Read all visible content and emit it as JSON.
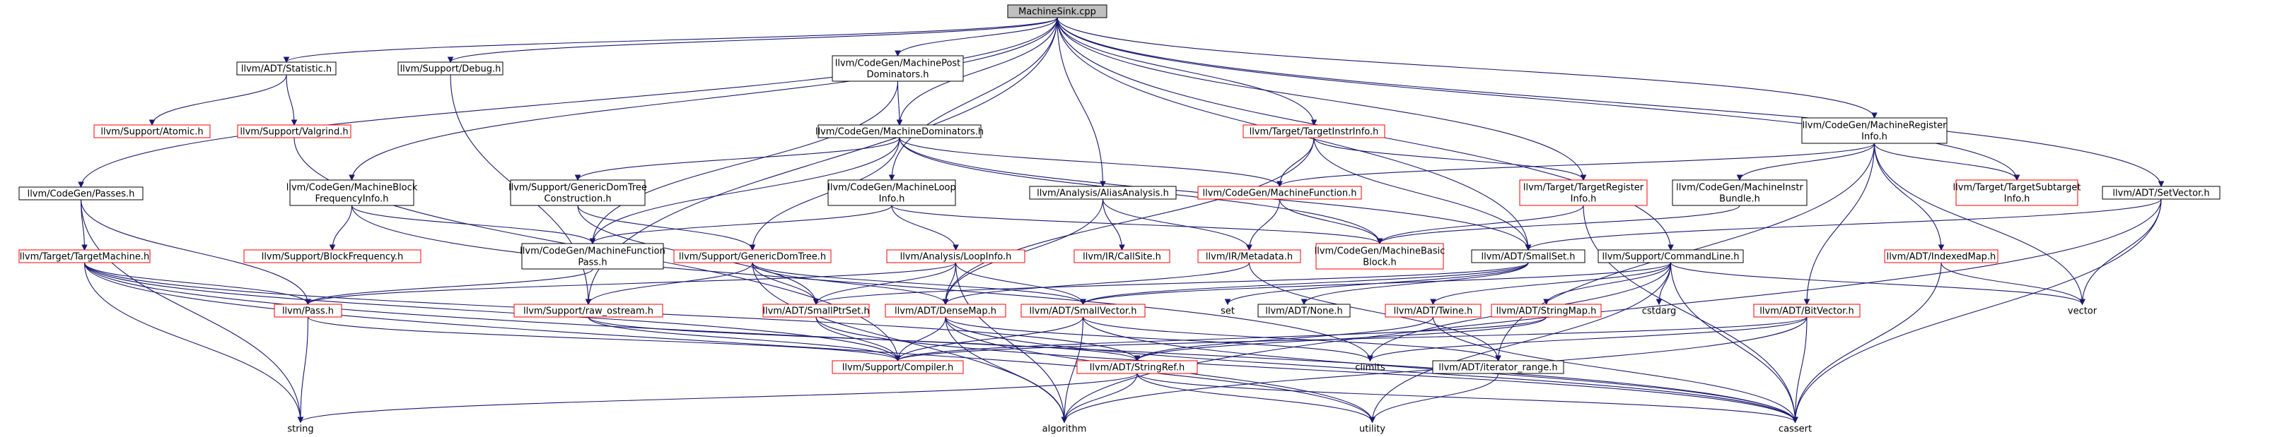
{
  "title": "MachineSink.cpp",
  "nodes": [
    {
      "id": "root",
      "lines": [
        "MachineSink.cpp"
      ],
      "style": "root"
    },
    {
      "id": "statistic",
      "lines": [
        "llvm/ADT/Statistic.h"
      ],
      "style": "black"
    },
    {
      "id": "debug",
      "lines": [
        "llvm/Support/Debug.h"
      ],
      "style": "black"
    },
    {
      "id": "postdom",
      "lines": [
        "llvm/CodeGen/MachinePost",
        "Dominators.h"
      ],
      "style": "black"
    },
    {
      "id": "tii",
      "lines": [
        "llvm/Target/TargetInstrInfo.h"
      ],
      "style": "red"
    },
    {
      "id": "mri",
      "lines": [
        "llvm/CodeGen/MachineRegister",
        "Info.h"
      ],
      "style": "black"
    },
    {
      "id": "atomic",
      "lines": [
        "llvm/Support/Atomic.h"
      ],
      "style": "red"
    },
    {
      "id": "valgrind",
      "lines": [
        "llvm/Support/Valgrind.h"
      ],
      "style": "red"
    },
    {
      "id": "mdom",
      "lines": [
        "llvm/CodeGen/MachineDominators.h"
      ],
      "style": "black"
    },
    {
      "id": "passes",
      "lines": [
        "llvm/CodeGen/Passes.h"
      ],
      "style": "black"
    },
    {
      "id": "mbfi",
      "lines": [
        "llvm/CodeGen/MachineBlock",
        "FrequencyInfo.h"
      ],
      "style": "black"
    },
    {
      "id": "gdtc",
      "lines": [
        "llvm/Support/GenericDomTree",
        "Construction.h"
      ],
      "style": "black"
    },
    {
      "id": "mli",
      "lines": [
        "llvm/CodeGen/MachineLoop",
        "Info.h"
      ],
      "style": "black"
    },
    {
      "id": "aa",
      "lines": [
        "llvm/Analysis/AliasAnalysis.h"
      ],
      "style": "black"
    },
    {
      "id": "mf",
      "lines": [
        "llvm/CodeGen/MachineFunction.h"
      ],
      "style": "red"
    },
    {
      "id": "tri",
      "lines": [
        "llvm/Target/TargetRegister",
        "Info.h"
      ],
      "style": "red"
    },
    {
      "id": "mib",
      "lines": [
        "llvm/CodeGen/MachineInstr",
        "Bundle.h"
      ],
      "style": "black"
    },
    {
      "id": "tsi",
      "lines": [
        "llvm/Target/TargetSubtarget",
        "Info.h"
      ],
      "style": "red"
    },
    {
      "id": "setvector",
      "lines": [
        "llvm/ADT/SetVector.h"
      ],
      "style": "black"
    },
    {
      "id": "tm",
      "lines": [
        "llvm/Target/TargetMachine.h"
      ],
      "style": "red"
    },
    {
      "id": "blockfreq",
      "lines": [
        "llvm/Support/BlockFrequency.h"
      ],
      "style": "red"
    },
    {
      "id": "mfp",
      "lines": [
        "llvm/CodeGen/MachineFunction",
        "Pass.h"
      ],
      "style": "black"
    },
    {
      "id": "gdt",
      "lines": [
        "llvm/Support/GenericDomTree.h"
      ],
      "style": "red"
    },
    {
      "id": "loopinfo",
      "lines": [
        "llvm/Analysis/LoopInfo.h"
      ],
      "style": "red"
    },
    {
      "id": "callsite",
      "lines": [
        "llvm/IR/CallSite.h"
      ],
      "style": "red"
    },
    {
      "id": "metadata",
      "lines": [
        "llvm/IR/Metadata.h"
      ],
      "style": "red"
    },
    {
      "id": "mbb",
      "lines": [
        "llvm/CodeGen/MachineBasic",
        "Block.h"
      ],
      "style": "red"
    },
    {
      "id": "smallset",
      "lines": [
        "llvm/ADT/SmallSet.h"
      ],
      "style": "black"
    },
    {
      "id": "cmdline",
      "lines": [
        "llvm/Support/CommandLine.h"
      ],
      "style": "black"
    },
    {
      "id": "indexedmap",
      "lines": [
        "llvm/ADT/IndexedMap.h"
      ],
      "style": "red"
    },
    {
      "id": "pass",
      "lines": [
        "llvm/Pass.h"
      ],
      "style": "red"
    },
    {
      "id": "rawostream",
      "lines": [
        "llvm/Support/raw_ostream.h"
      ],
      "style": "red"
    },
    {
      "id": "smallptrset",
      "lines": [
        "llvm/ADT/SmallPtrSet.h"
      ],
      "style": "red"
    },
    {
      "id": "densemap",
      "lines": [
        "llvm/ADT/DenseMap.h"
      ],
      "style": "red"
    },
    {
      "id": "smallvector",
      "lines": [
        "llvm/ADT/SmallVector.h"
      ],
      "style": "red"
    },
    {
      "id": "set",
      "lines": [
        "set"
      ],
      "style": "plain"
    },
    {
      "id": "none",
      "lines": [
        "llvm/ADT/None.h"
      ],
      "style": "black"
    },
    {
      "id": "twine",
      "lines": [
        "llvm/ADT/Twine.h"
      ],
      "style": "red"
    },
    {
      "id": "stringmap",
      "lines": [
        "llvm/ADT/StringMap.h"
      ],
      "style": "red"
    },
    {
      "id": "cstdarg",
      "lines": [
        "cstdarg"
      ],
      "style": "plain"
    },
    {
      "id": "bitvector",
      "lines": [
        "llvm/ADT/BitVector.h"
      ],
      "style": "red"
    },
    {
      "id": "vector",
      "lines": [
        "vector"
      ],
      "style": "plain"
    },
    {
      "id": "compiler",
      "lines": [
        "llvm/Support/Compiler.h"
      ],
      "style": "red"
    },
    {
      "id": "climits",
      "lines": [
        "climits"
      ],
      "style": "plain"
    },
    {
      "id": "iterrange",
      "lines": [
        "llvm/ADT/iterator_range.h"
      ],
      "style": "black"
    },
    {
      "id": "stringref",
      "lines": [
        "llvm/ADT/StringRef.h"
      ],
      "style": "red"
    },
    {
      "id": "string",
      "lines": [
        "string"
      ],
      "style": "plain"
    },
    {
      "id": "algorithm",
      "lines": [
        "algorithm"
      ],
      "style": "plain"
    },
    {
      "id": "utility",
      "lines": [
        "utility"
      ],
      "style": "plain"
    },
    {
      "id": "cassert",
      "lines": [
        "cassert"
      ],
      "style": "plain"
    }
  ],
  "edges": [
    [
      "root",
      "statistic"
    ],
    [
      "root",
      "debug"
    ],
    [
      "root",
      "postdom"
    ],
    [
      "root",
      "mdom"
    ],
    [
      "root",
      "tii"
    ],
    [
      "root",
      "mri"
    ],
    [
      "root",
      "passes"
    ],
    [
      "root",
      "mbfi"
    ],
    [
      "root",
      "aa"
    ],
    [
      "root",
      "smallset"
    ],
    [
      "root",
      "tri"
    ],
    [
      "root",
      "tsi"
    ],
    [
      "root",
      "setvector"
    ],
    [
      "root",
      "rawostream"
    ],
    [
      "root",
      "mli"
    ],
    [
      "root",
      "cmdline"
    ],
    [
      "statistic",
      "atomic"
    ],
    [
      "statistic",
      "valgrind"
    ],
    [
      "valgrind",
      "compiler"
    ],
    [
      "debug",
      "rawostream"
    ],
    [
      "postdom",
      "mdom"
    ],
    [
      "postdom",
      "mfp"
    ],
    [
      "mdom",
      "mfp"
    ],
    [
      "mdom",
      "gdt"
    ],
    [
      "mdom",
      "gdtc"
    ],
    [
      "mdom",
      "mf"
    ],
    [
      "mdom",
      "mbb"
    ],
    [
      "mdom",
      "smallset"
    ],
    [
      "tii",
      "mf"
    ],
    [
      "tii",
      "tri"
    ],
    [
      "tii",
      "smallset"
    ],
    [
      "tii",
      "densemap"
    ],
    [
      "mri",
      "mf"
    ],
    [
      "mri",
      "mib"
    ],
    [
      "mri",
      "indexedmap"
    ],
    [
      "mri",
      "bitvector"
    ],
    [
      "mri",
      "tsi"
    ],
    [
      "mri",
      "vector"
    ],
    [
      "mri",
      "iterrange"
    ],
    [
      "passes",
      "tm"
    ],
    [
      "passes",
      "pass"
    ],
    [
      "passes",
      "string"
    ],
    [
      "mbfi",
      "mfp"
    ],
    [
      "mbfi",
      "blockfreq"
    ],
    [
      "mbfi",
      "climits"
    ],
    [
      "gdtc",
      "gdt"
    ],
    [
      "gdtc",
      "smallptrset"
    ],
    [
      "mli",
      "mfp"
    ],
    [
      "mli",
      "loopinfo"
    ],
    [
      "mli",
      "mbb"
    ],
    [
      "aa",
      "callsite"
    ],
    [
      "aa",
      "metadata"
    ],
    [
      "aa",
      "densemap"
    ],
    [
      "mf",
      "metadata"
    ],
    [
      "mf",
      "mbb"
    ],
    [
      "tri",
      "mbb"
    ],
    [
      "tri",
      "cassert"
    ],
    [
      "mib",
      "mbb"
    ],
    [
      "setvector",
      "smallset"
    ],
    [
      "setvector",
      "vector"
    ],
    [
      "setvector",
      "algorithm"
    ],
    [
      "setvector",
      "cassert"
    ],
    [
      "tm",
      "pass"
    ],
    [
      "tm",
      "string"
    ],
    [
      "tm",
      "cassert"
    ],
    [
      "tm",
      "stringref"
    ],
    [
      "tm",
      "utility"
    ],
    [
      "tm",
      "compiler"
    ],
    [
      "mfp",
      "pass"
    ],
    [
      "gdt",
      "rawostream"
    ],
    [
      "gdt",
      "densemap"
    ],
    [
      "gdt",
      "smallptrset"
    ],
    [
      "gdt",
      "smallvector"
    ],
    [
      "gdt",
      "algorithm"
    ],
    [
      "loopinfo",
      "pass"
    ],
    [
      "loopinfo",
      "densemap"
    ],
    [
      "loopinfo",
      "smallptrset"
    ],
    [
      "loopinfo",
      "smallvector"
    ],
    [
      "loopinfo",
      "algorithm"
    ],
    [
      "metadata",
      "densemap"
    ],
    [
      "metadata",
      "iterrange"
    ],
    [
      "smallset",
      "none"
    ],
    [
      "smallset",
      "smallptrset"
    ],
    [
      "smallset",
      "smallvector"
    ],
    [
      "smallset",
      "set"
    ],
    [
      "cmdline",
      "twine"
    ],
    [
      "cmdline",
      "stringmap"
    ],
    [
      "cmdline",
      "cstdarg"
    ],
    [
      "cmdline",
      "climits"
    ],
    [
      "cmdline",
      "utility"
    ],
    [
      "cmdline",
      "vector"
    ],
    [
      "cmdline",
      "cassert"
    ],
    [
      "cmdline",
      "smallvector"
    ],
    [
      "indexedmap",
      "vector"
    ],
    [
      "indexedmap",
      "cassert"
    ],
    [
      "pass",
      "string"
    ],
    [
      "pass",
      "compiler"
    ],
    [
      "rawostream",
      "compiler"
    ],
    [
      "rawostream",
      "stringref"
    ],
    [
      "smallptrset",
      "compiler"
    ],
    [
      "smallptrset",
      "cassert"
    ],
    [
      "densemap",
      "compiler"
    ],
    [
      "densemap",
      "algorithm"
    ],
    [
      "densemap",
      "climits"
    ],
    [
      "densemap",
      "utility"
    ],
    [
      "densemap",
      "cassert"
    ],
    [
      "smallvector",
      "compiler"
    ],
    [
      "smallvector",
      "algorithm"
    ],
    [
      "smallvector",
      "cassert"
    ],
    [
      "smallvector",
      "iterrange"
    ],
    [
      "twine",
      "stringref"
    ],
    [
      "twine",
      "cassert"
    ],
    [
      "stringmap",
      "stringref"
    ],
    [
      "stringmap",
      "compiler"
    ],
    [
      "bitvector",
      "compiler"
    ],
    [
      "bitvector",
      "algorithm"
    ],
    [
      "bitvector",
      "climits"
    ],
    [
      "bitvector",
      "cassert"
    ],
    [
      "iterrange",
      "utility"
    ],
    [
      "stringref",
      "string"
    ],
    [
      "stringref",
      "algorithm"
    ],
    [
      "stringref",
      "utility"
    ],
    [
      "stringref",
      "cassert"
    ]
  ]
}
